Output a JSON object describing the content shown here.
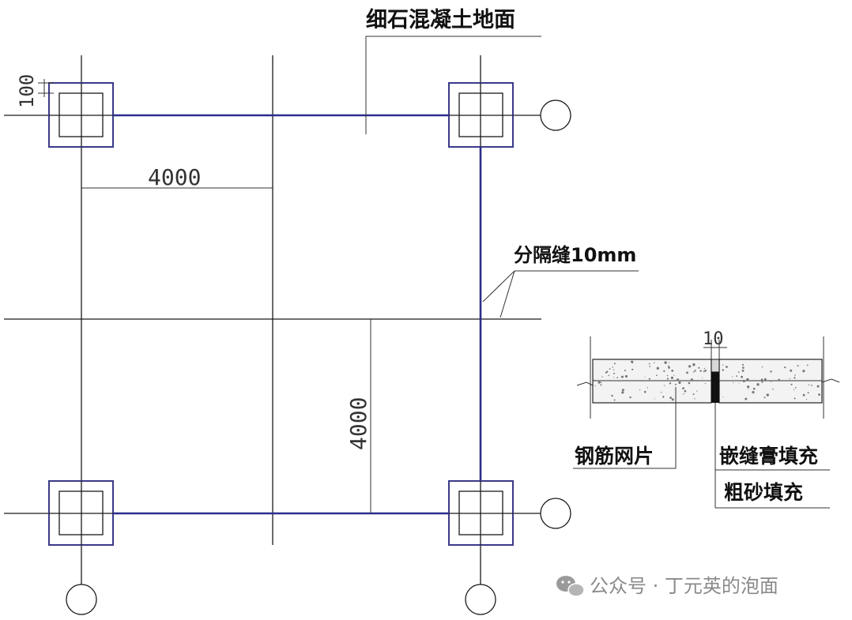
{
  "labels": {
    "floor_title": "细石混凝土地面",
    "joint_note": "分隔缝10mm",
    "mesh": "钢筋网片",
    "sealant": "嵌缝膏填充",
    "sand": "粗砂填充"
  },
  "dimensions": {
    "col_offset": "100",
    "grid_h": "4000",
    "grid_v": "4000",
    "joint_width": "10"
  },
  "watermark": {
    "text": "公众号 · 丁元英的泡面",
    "icon": "wechat-icon"
  },
  "colors": {
    "joint_line": "#2b2d8c",
    "column_outline": "#3a3a8a"
  }
}
